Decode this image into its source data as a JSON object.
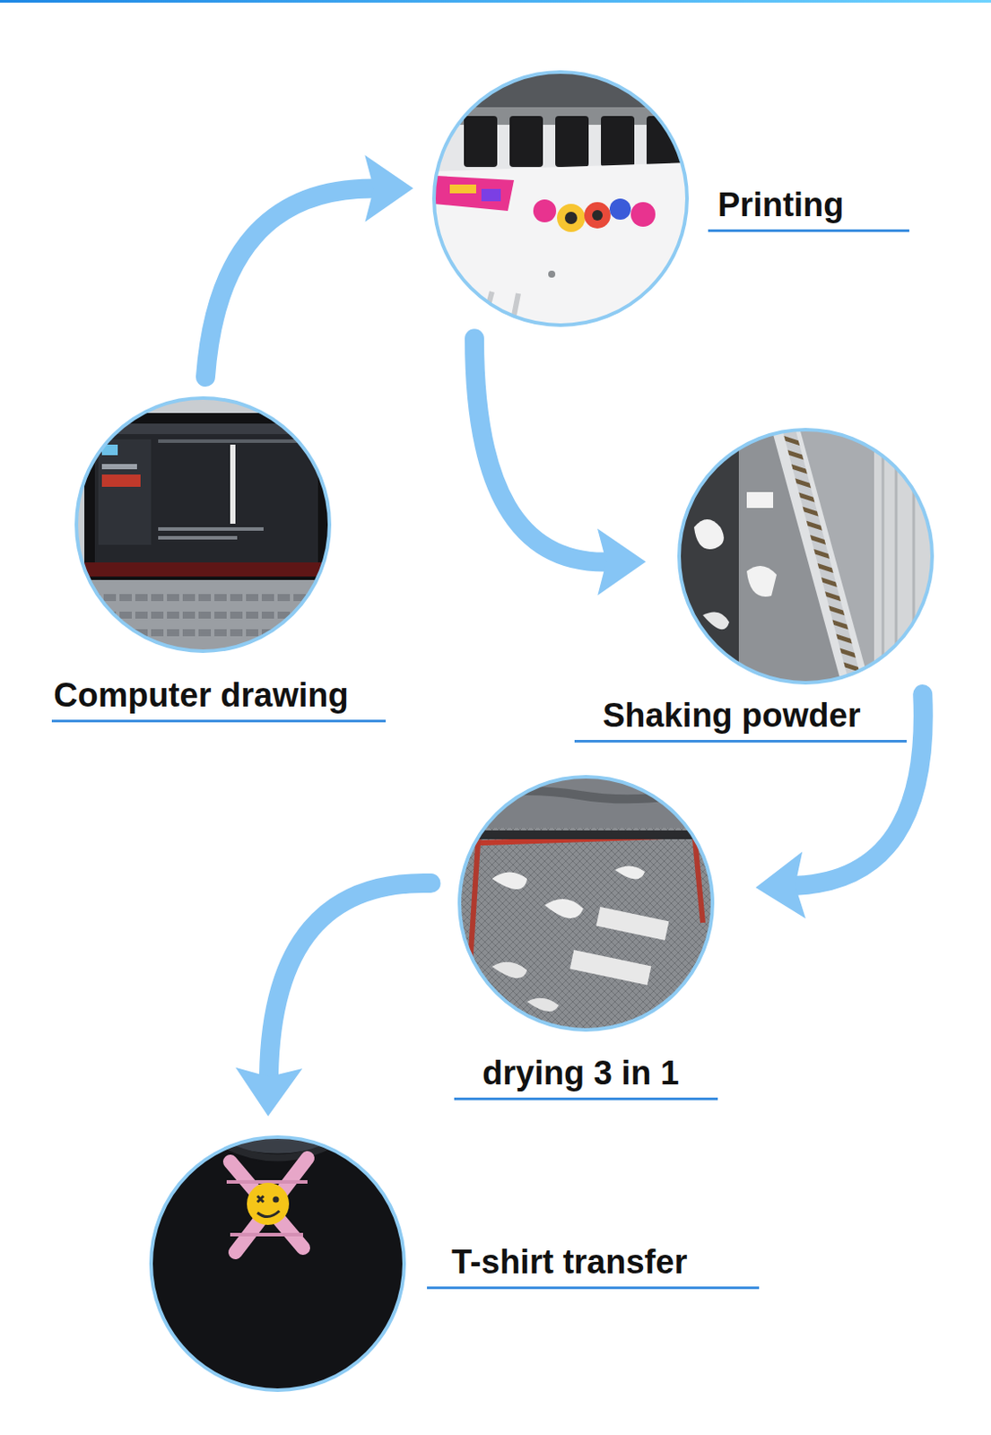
{
  "diagram": {
    "nodes": [
      {
        "text": [
          "Printing"
        ]
      },
      {
        "text": [
          "Computer drawing"
        ]
      },
      {
        "text": [
          "Shaking powder"
        ]
      },
      {
        "text": [
          "drying 3 in 1"
        ]
      },
      {
        "text": [
          "T-shirt transfer"
        ]
      }
    ],
    "edges": [
      {
        "from": 1,
        "to": 0,
        "arrow": "to"
      },
      {
        "from": 0,
        "to": 2,
        "arrow": "to"
      },
      {
        "from": 2,
        "to": 3,
        "arrow": "to"
      },
      {
        "from": 3,
        "to": 4,
        "arrow": "to"
      }
    ]
  }
}
